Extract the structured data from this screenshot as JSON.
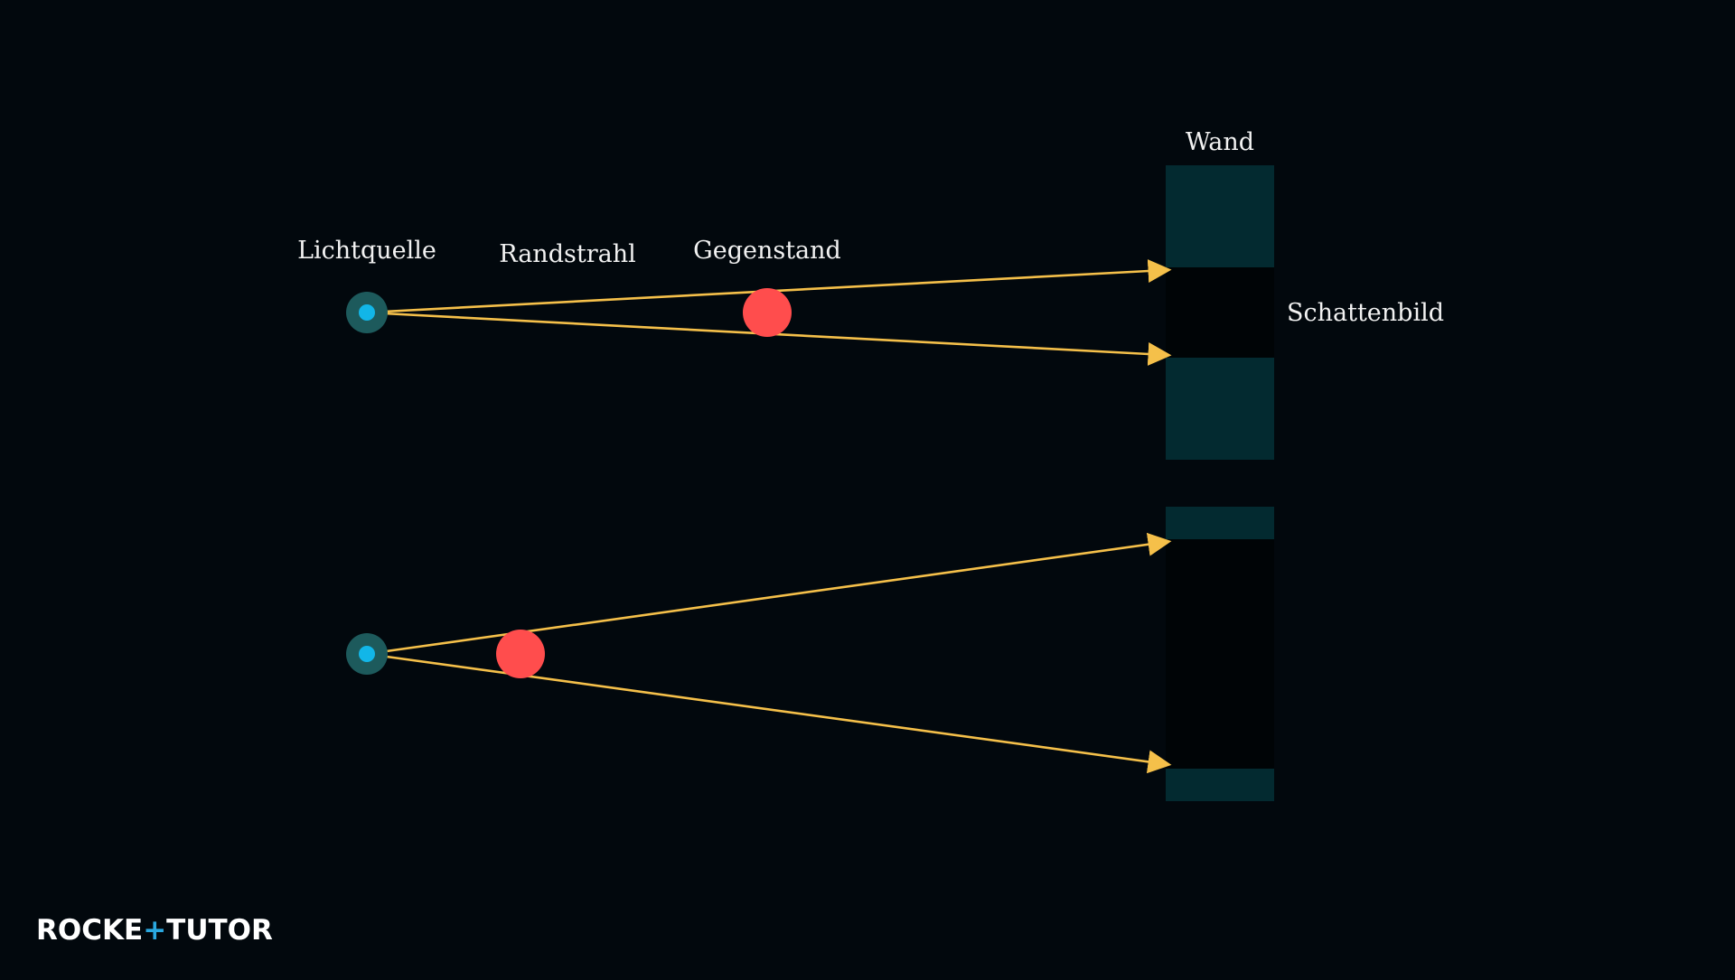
{
  "labels": {
    "light_source": "Lichtquelle",
    "edge_ray": "Randstrahl",
    "object": "Gegenstand",
    "wall": "Wand",
    "shadow": "Schattenbild"
  },
  "logo": {
    "part1": "ROCKE",
    "part2": "TUTO",
    "plus_glyph": "+",
    "r_glyph": "R"
  },
  "colors": {
    "background": "#02080d",
    "wall": "#032a30",
    "shadow": "#000406",
    "ray": "#f5c04a",
    "object": "#ff4d4d",
    "light_core": "#12b6e8",
    "light_halo": "#1d5a5c",
    "label": "#f2f2f2",
    "logo_accent": "#2aa8e0"
  },
  "scenes": [
    {
      "name": "object-far-from-source",
      "shadow_size": "small"
    },
    {
      "name": "object-near-source",
      "shadow_size": "large"
    }
  ]
}
